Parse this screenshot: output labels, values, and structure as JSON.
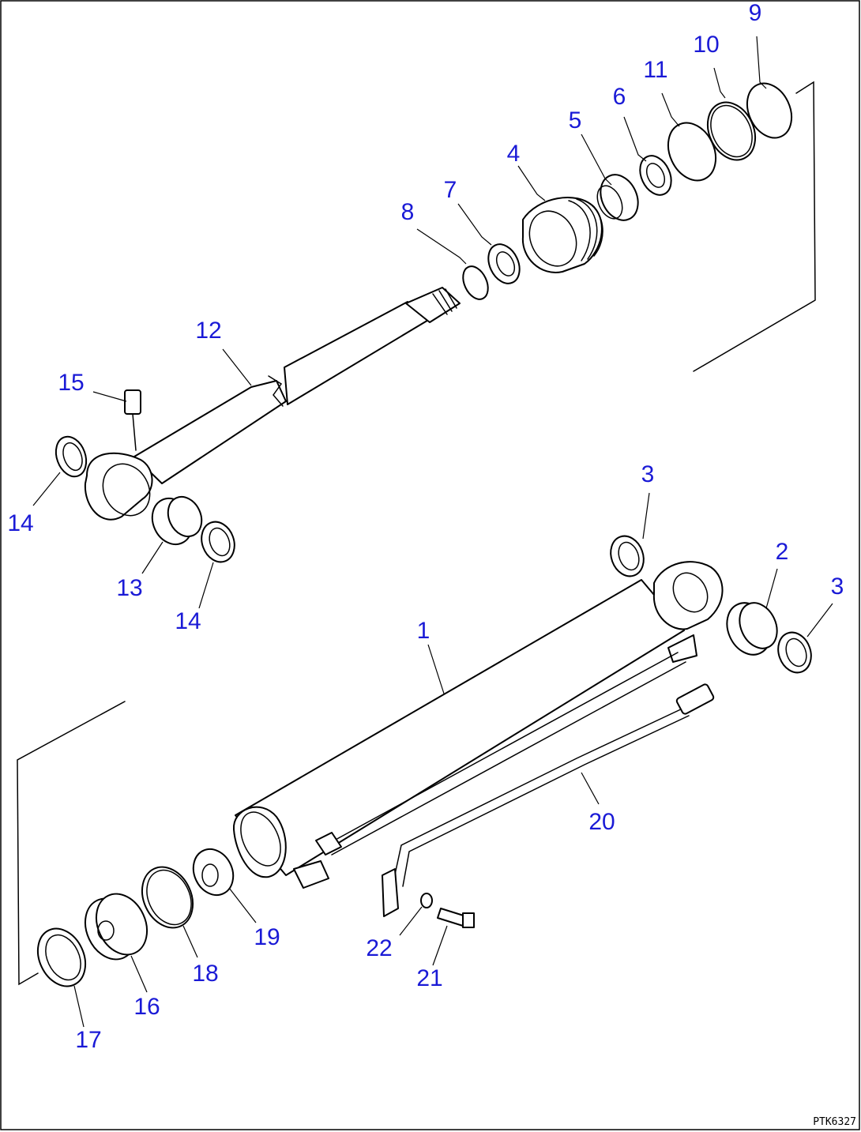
{
  "drawing_code": "PTK6327",
  "callouts": [
    {
      "id": "c1",
      "label": "1"
    },
    {
      "id": "c2",
      "label": "2"
    },
    {
      "id": "c3a",
      "label": "3"
    },
    {
      "id": "c3b",
      "label": "3"
    },
    {
      "id": "c4",
      "label": "4"
    },
    {
      "id": "c5",
      "label": "5"
    },
    {
      "id": "c6",
      "label": "6"
    },
    {
      "id": "c7",
      "label": "7"
    },
    {
      "id": "c8",
      "label": "8"
    },
    {
      "id": "c9",
      "label": "9"
    },
    {
      "id": "c10",
      "label": "10"
    },
    {
      "id": "c11",
      "label": "11"
    },
    {
      "id": "c12",
      "label": "12"
    },
    {
      "id": "c13",
      "label": "13"
    },
    {
      "id": "c14a",
      "label": "14"
    },
    {
      "id": "c14b",
      "label": "14"
    },
    {
      "id": "c15",
      "label": "15"
    },
    {
      "id": "c16",
      "label": "16"
    },
    {
      "id": "c17",
      "label": "17"
    },
    {
      "id": "c18",
      "label": "18"
    },
    {
      "id": "c19",
      "label": "19"
    },
    {
      "id": "c20",
      "label": "20"
    },
    {
      "id": "c21",
      "label": "21"
    },
    {
      "id": "c22",
      "label": "22"
    }
  ]
}
